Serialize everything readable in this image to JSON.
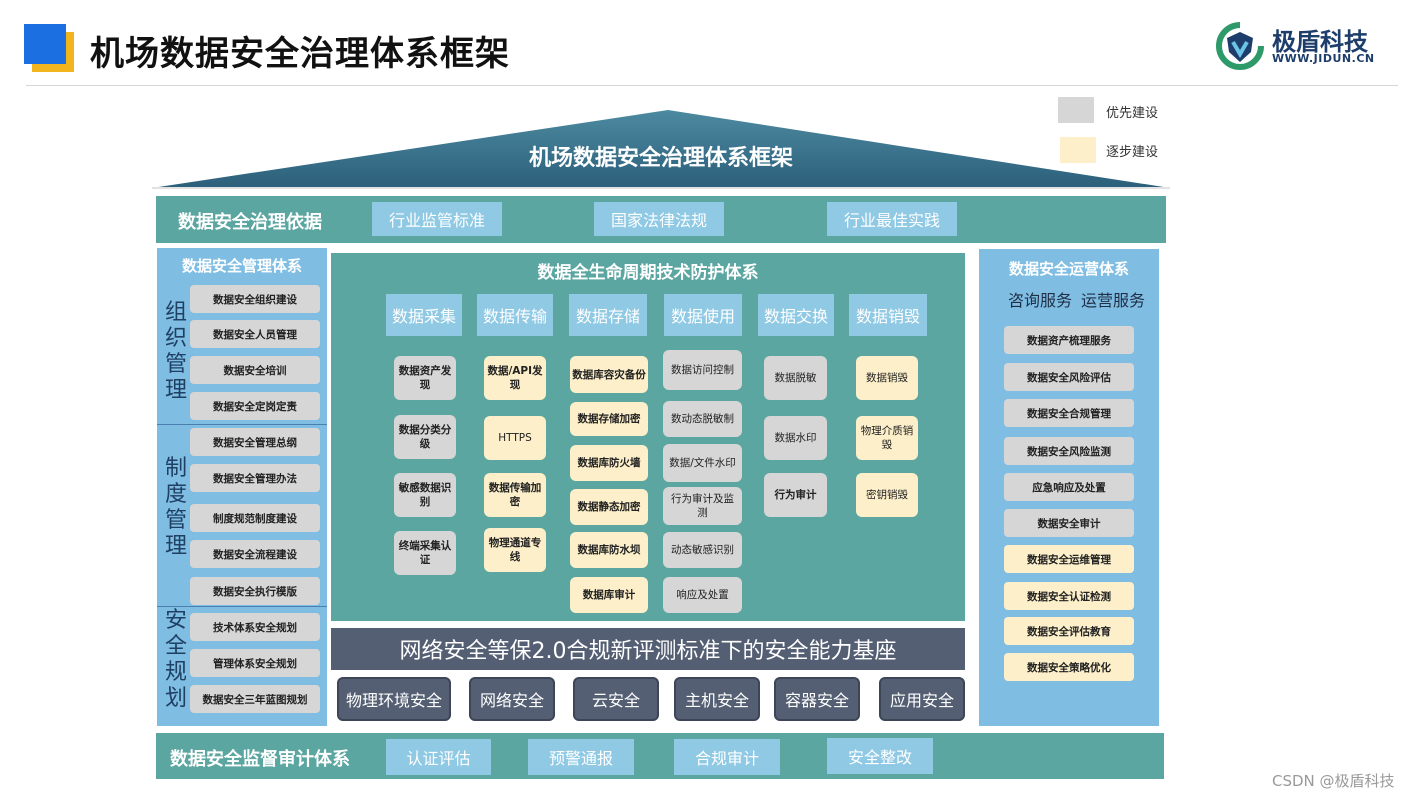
{
  "header": {
    "title": "机场数据安全治理体系框架"
  },
  "brand": {
    "name": "极盾科技",
    "url": "WWW.JIDUN.CN"
  },
  "legend": [
    {
      "label": "优先建设",
      "color": "#d6d6d6"
    },
    {
      "label": "逐步建设",
      "color": "#fcefc9"
    }
  ],
  "roof": {
    "title": "机场数据安全治理体系框架"
  },
  "basis": {
    "title": "数据安全治理依据",
    "items": [
      "行业监管标准",
      "国家法律法规",
      "行业最佳实践"
    ]
  },
  "management": {
    "title": "数据安全管理体系",
    "groups": [
      {
        "label": "组织管理",
        "items": [
          "数据安全组织建设",
          "数据安全人员管理",
          "数据安全培训",
          "数据安全定岗定责"
        ]
      },
      {
        "label": "制度管理",
        "items": [
          "数据安全管理总纲",
          "数据安全管理办法",
          "制度规范制度建设",
          "数据安全流程建设",
          "数据安全执行模版"
        ]
      },
      {
        "label": "安全规划",
        "items": [
          "技术体系安全规划",
          "管理体系安全规划",
          "数据安全三年蓝图规划"
        ]
      }
    ]
  },
  "lifecycle": {
    "title": "数据全生命周期技术防护体系",
    "stages": [
      {
        "name": "数据采集",
        "items": [
          {
            "text": "数据资产发现",
            "tier": "g"
          },
          {
            "text": "数据分类分级",
            "tier": "g"
          },
          {
            "text": "敏感数据识别",
            "tier": "g"
          },
          {
            "text": "终端采集认证",
            "tier": "g"
          }
        ]
      },
      {
        "name": "数据传输",
        "items": [
          {
            "text": "数据/API发现",
            "tier": "c"
          },
          {
            "text": "HTTPS",
            "tier": "c"
          },
          {
            "text": "数据传输加密",
            "tier": "c"
          },
          {
            "text": "物理通道专线",
            "tier": "c"
          }
        ]
      },
      {
        "name": "数据存储",
        "items": [
          {
            "text": "数据库容灾备份",
            "tier": "c"
          },
          {
            "text": "数据存储加密",
            "tier": "c"
          },
          {
            "text": "数据库防火墙",
            "tier": "c"
          },
          {
            "text": "数据静态加密",
            "tier": "c"
          },
          {
            "text": "数据库防水坝",
            "tier": "c"
          },
          {
            "text": "数据库审计",
            "tier": "c"
          }
        ]
      },
      {
        "name": "数据使用",
        "items": [
          {
            "text": "数据访问控制",
            "tier": "g"
          },
          {
            "text": "数动态脱敏制",
            "tier": "g"
          },
          {
            "text": "数据/文件水印",
            "tier": "g"
          },
          {
            "text": "行为审计及监测",
            "tier": "g"
          },
          {
            "text": "动态敏感识别",
            "tier": "g"
          },
          {
            "text": "响应及处置",
            "tier": "g"
          }
        ]
      },
      {
        "name": "数据交换",
        "items": [
          {
            "text": "数据脱敏",
            "tier": "g"
          },
          {
            "text": "数据水印",
            "tier": "g"
          },
          {
            "text": "行为审计",
            "tier": "g"
          }
        ]
      },
      {
        "name": "数据销毁",
        "items": [
          {
            "text": "数据销毁",
            "tier": "c"
          },
          {
            "text": "物理介质销毁",
            "tier": "c"
          },
          {
            "text": "密钥销毁",
            "tier": "c"
          }
        ]
      }
    ]
  },
  "foundation": {
    "title": "网络安全等保2.0合规新评测标准下的安全能力基座",
    "items": [
      "物理环境安全",
      "网络安全",
      "云安全",
      "主机安全",
      "容器安全",
      "应用安全"
    ]
  },
  "operations": {
    "title": "数据安全运营体系",
    "services": [
      "咨询服务",
      "运营服务"
    ],
    "items": [
      {
        "text": "数据资产梳理服务",
        "tier": "g"
      },
      {
        "text": "数据安全风险评估",
        "tier": "g"
      },
      {
        "text": "数据安全合规管理",
        "tier": "g"
      },
      {
        "text": "数据安全风险监测",
        "tier": "g"
      },
      {
        "text": "应急响应及处置",
        "tier": "g"
      },
      {
        "text": "数据安全审计",
        "tier": "g"
      },
      {
        "text": "数据安全运维管理",
        "tier": "c"
      },
      {
        "text": "数据安全认证检测",
        "tier": "c"
      },
      {
        "text": "数据安全评估教育",
        "tier": "c"
      },
      {
        "text": "数据安全策略优化",
        "tier": "c"
      }
    ]
  },
  "audit": {
    "title": "数据安全监督审计体系",
    "items": [
      "认证评估",
      "预警通报",
      "合规审计",
      "安全整改"
    ]
  },
  "watermark": "CSDN @极盾科技"
}
